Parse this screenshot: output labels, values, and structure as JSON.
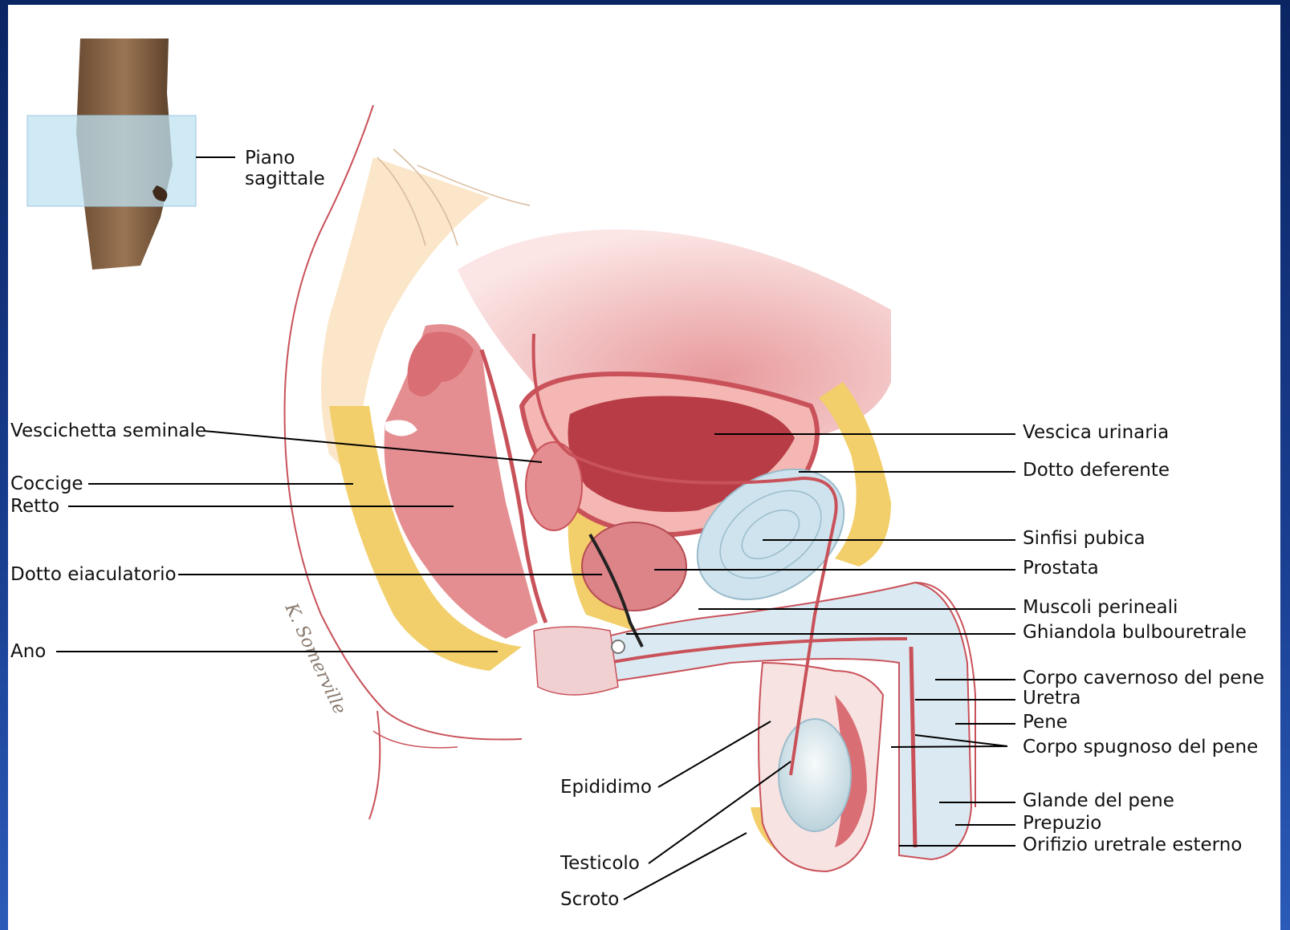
{
  "inset": {
    "label_line1": "Piano",
    "label_line2": "sagittale"
  },
  "labels_left": {
    "vescichetta_seminale": "Vescichetta seminale",
    "coccige": "Coccige",
    "retto": "Retto",
    "dotto_eiaculatorio": "Dotto eiaculatorio",
    "ano": "Ano"
  },
  "labels_bottom": {
    "epididimo": "Epididimo",
    "testicolo": "Testicolo",
    "scroto": "Scroto"
  },
  "labels_right": {
    "vescica_urinaria": "Vescica urinaria",
    "dotto_deferente": "Dotto deferente",
    "sinfisi_pubica": "Sinfisi pubica",
    "prostata": "Prostata",
    "muscoli_perineali": "Muscoli perineali",
    "ghiandola_bulbouretrale": "Ghiandola bulbouretrale",
    "corpo_cavernoso": "Corpo cavernoso del pene",
    "uretra": "Uretra",
    "pene": "Pene",
    "corpo_spugnoso": "Corpo spugnoso del pene",
    "glande": "Glande del pene",
    "prepuzio": "Prepuzio",
    "orifizio": "Orifizio uretrale esterno"
  },
  "signature": "K. Somerville",
  "colors": {
    "frame": "#0d2a6b",
    "tissue_pink": "#e9a0a4",
    "muscle_red": "#c9525a",
    "fat_yellow": "#f2cf6a",
    "cartilage_blue": "#cfe3ee",
    "skin_tan": "#8a6646"
  }
}
